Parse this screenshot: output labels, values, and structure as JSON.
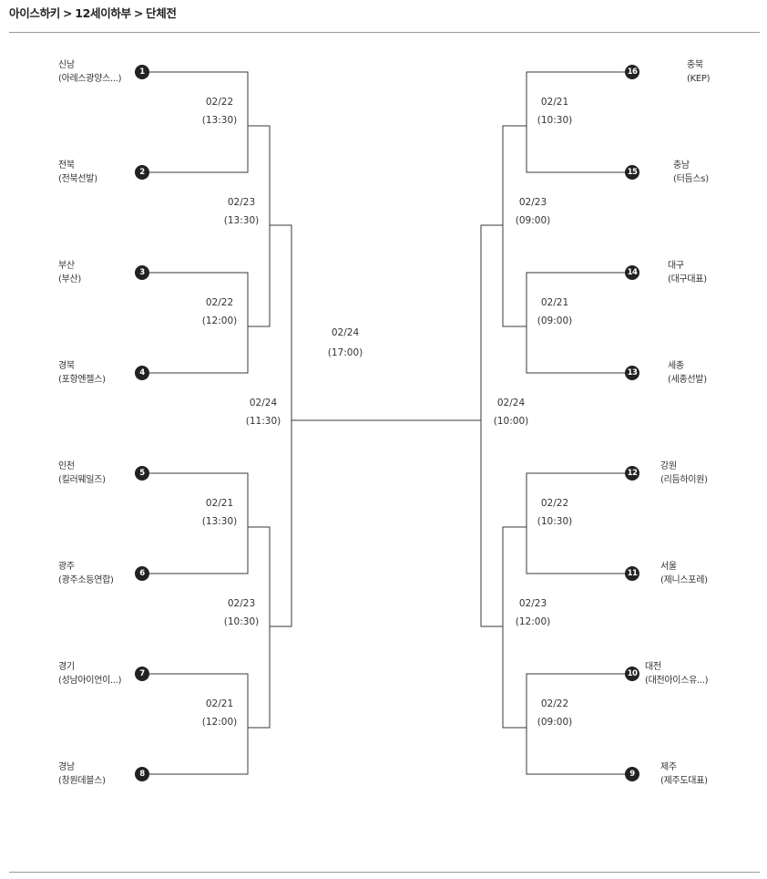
{
  "breadcrumb": [
    "아이스하키",
    "12세이하부",
    "단체전"
  ],
  "breadcrumb_separator": ">",
  "seeds": {
    "s1": {
      "num": "1",
      "name": "신남",
      "club": "(아레스광양스...)"
    },
    "s2": {
      "num": "2",
      "name": "전북",
      "club": "(전북선발)"
    },
    "s3": {
      "num": "3",
      "name": "부산",
      "club": "(부산)"
    },
    "s4": {
      "num": "4",
      "name": "경북",
      "club": "(포항엔젤스)"
    },
    "s5": {
      "num": "5",
      "name": "인천",
      "club": "(킬러웨일즈)"
    },
    "s6": {
      "num": "6",
      "name": "광주",
      "club": "(광주소등연합)"
    },
    "s7": {
      "num": "7",
      "name": "경기",
      "club": "(성남아이언이...)"
    },
    "s8": {
      "num": "8",
      "name": "경남",
      "club": "(창원데블스)"
    },
    "s9": {
      "num": "9",
      "name": "제주",
      "club": "(제주도대표)"
    },
    "s10": {
      "num": "10",
      "name": "대전",
      "club": "(대전아이스유...)"
    },
    "s11": {
      "num": "11",
      "name": "서울",
      "club": "(제니스포레)"
    },
    "s12": {
      "num": "12",
      "name": "강원",
      "club": "(리듬하이원)"
    },
    "s13": {
      "num": "13",
      "name": "세종",
      "club": "(세종선발)"
    },
    "s14": {
      "num": "14",
      "name": "대구",
      "club": "(대구대표)"
    },
    "s15": {
      "num": "15",
      "name": "충남",
      "club": "(터듬스s)"
    },
    "s16": {
      "num": "16",
      "name": "충북",
      "club": "(KEP)"
    }
  },
  "matches": {
    "L1_1": {
      "date": "02/22",
      "time": "(13:30)"
    },
    "L1_2": {
      "date": "02/22",
      "time": "(12:00)"
    },
    "L1_3": {
      "date": "02/21",
      "time": "(13:30)"
    },
    "L1_4": {
      "date": "02/21",
      "time": "(12:00)"
    },
    "L2_1": {
      "date": "02/23",
      "time": "(13:30)"
    },
    "L2_2": {
      "date": "02/23",
      "time": "(10:30)"
    },
    "L3": {
      "date": "02/24",
      "time": "(11:30)"
    },
    "final": {
      "date": "02/24",
      "time": "(17:00)"
    },
    "R3": {
      "date": "02/24",
      "time": "(10:00)"
    },
    "R2_1": {
      "date": "02/23",
      "time": "(09:00)"
    },
    "R2_2": {
      "date": "02/23",
      "time": "(12:00)"
    },
    "R1_1": {
      "date": "02/21",
      "time": "(10:30)"
    },
    "R1_2": {
      "date": "02/21",
      "time": "(09:00)"
    },
    "R1_3": {
      "date": "02/22",
      "time": "(10:30)"
    },
    "R1_4": {
      "date": "02/22",
      "time": "(09:00)"
    }
  },
  "colors": {
    "line": "#3a3a3a",
    "seed_badge": "#222222",
    "rule": "#999999"
  }
}
